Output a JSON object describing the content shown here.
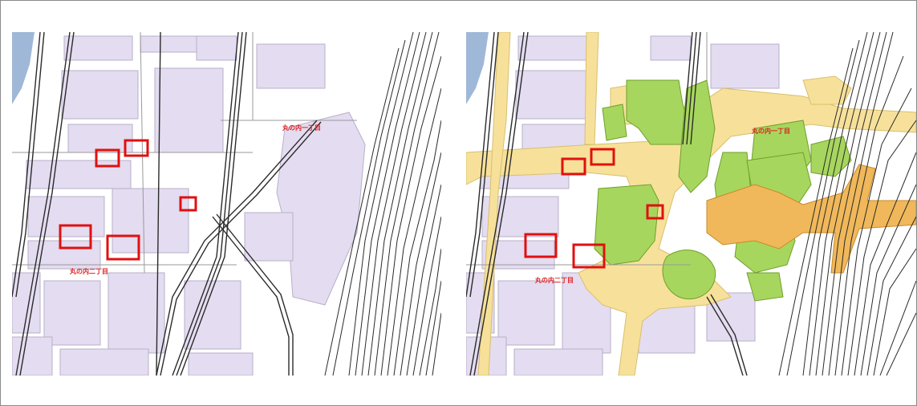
{
  "figure": {
    "left_panel": {
      "label_1": "丸の内一丁目",
      "label_2": "丸の内二丁目"
    },
    "right_panel": {
      "label_1": "丸の内一丁目",
      "label_2": "丸の内二丁目"
    }
  },
  "colors": {
    "building": "#e4dcf0",
    "building_stroke": "#b9afc9",
    "water": "#9fb8d8",
    "rail": "#2a2a2a",
    "road_line": "#9a9a9a",
    "underground_concourse": "#f7e19a",
    "underground_green": "#a7d65e",
    "underground_orange": "#f0b85a",
    "highlight_box": "#e01010",
    "label_red": "#e02020"
  }
}
